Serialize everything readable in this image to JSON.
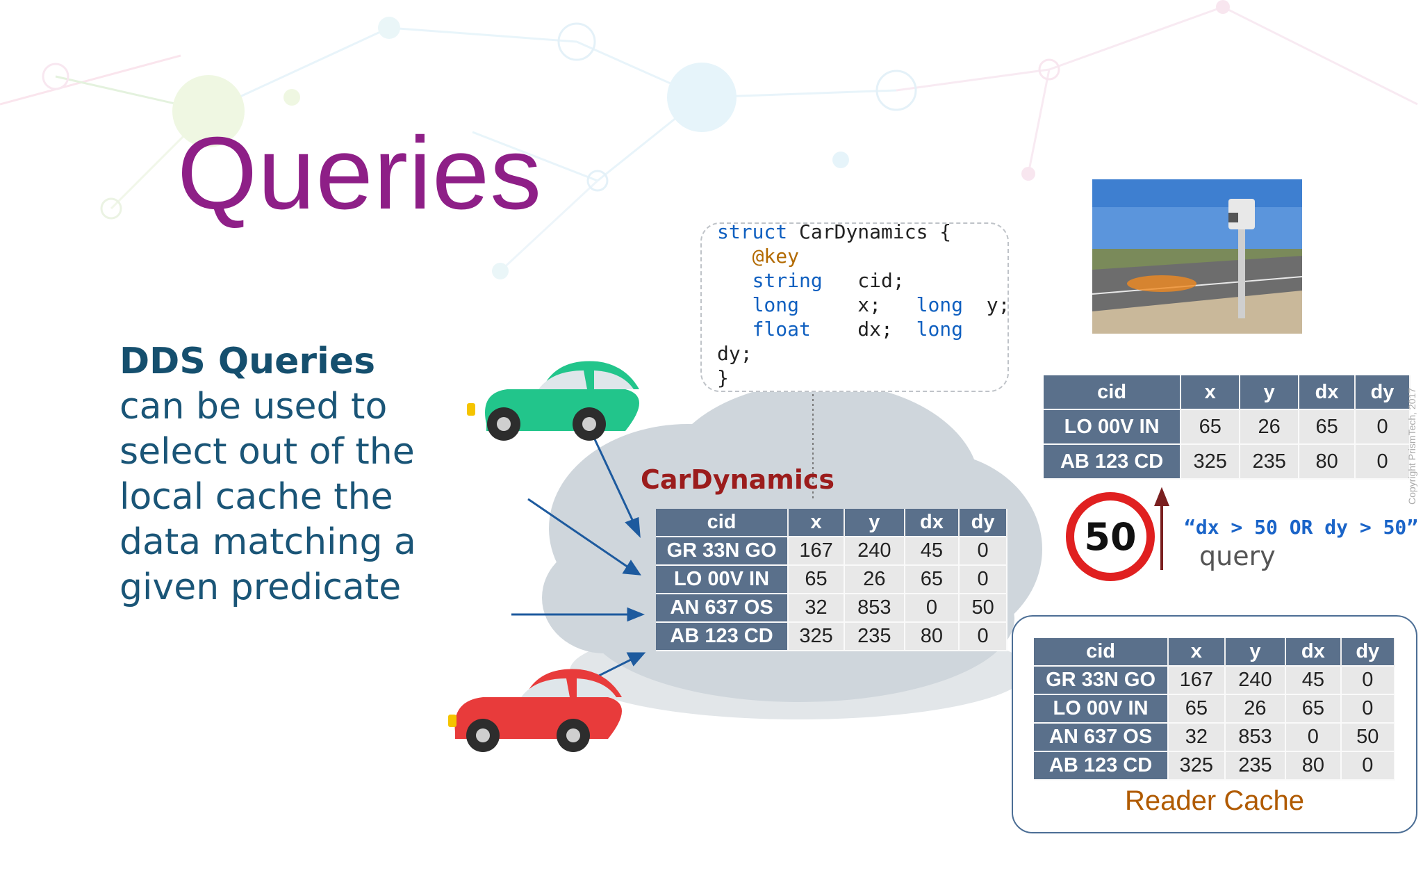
{
  "slide": {
    "title": "Queries",
    "heading": "DDS Queries",
    "body": "can be used to select out of the local cache the data matching a given predicate"
  },
  "code": {
    "line1_kw": "struct",
    "line1_rest": " CarDynamics {",
    "line2": "@key",
    "line3_kw": "string",
    "line3_rest": "   cid;",
    "line4_kw": "long",
    "line4_mid": "     x;   ",
    "line4_kw2": "long",
    "line4_rest": "  y;",
    "line5_kw": "float",
    "line5_mid": "    dx;  ",
    "line5_kw2": "long",
    "line6": "dy;",
    "line7": "}"
  },
  "topic_label": "CarDynamics",
  "columns": [
    "cid",
    "x",
    "y",
    "dx",
    "dy"
  ],
  "topic_rows": [
    [
      "GR 33N GO",
      "167",
      "240",
      "45",
      "0"
    ],
    [
      "LO 00V IN",
      "65",
      "26",
      "65",
      "0"
    ],
    [
      "AN 637 OS",
      "32",
      "853",
      "0",
      "50"
    ],
    [
      "AB 123 CD",
      "325",
      "235",
      "80",
      "0"
    ]
  ],
  "query_rows": [
    [
      "LO 00V IN",
      "65",
      "26",
      "65",
      "0"
    ],
    [
      "AB 123 CD",
      "325",
      "235",
      "80",
      "0"
    ]
  ],
  "cache_rows": [
    [
      "GR 33N GO",
      "167",
      "240",
      "45",
      "0"
    ],
    [
      "LO 00V IN",
      "65",
      "26",
      "65",
      "0"
    ],
    [
      "AN 637 OS",
      "32",
      "853",
      "0",
      "50"
    ],
    [
      "AB 123 CD",
      "325",
      "235",
      "80",
      "0"
    ]
  ],
  "speed_sign": "50",
  "query": {
    "expression": "“dx > 50 OR dy > 50”",
    "label": "query"
  },
  "cache_label": "Reader Cache",
  "copyright": "Copyright PrismTech, 2017",
  "colors": {
    "title": "#8e1f87",
    "text": "#1a5577",
    "table_header": "#5a708b",
    "arrow": "#1d5a9e",
    "green_car": "#22c58b",
    "red_car": "#e83b3b"
  }
}
